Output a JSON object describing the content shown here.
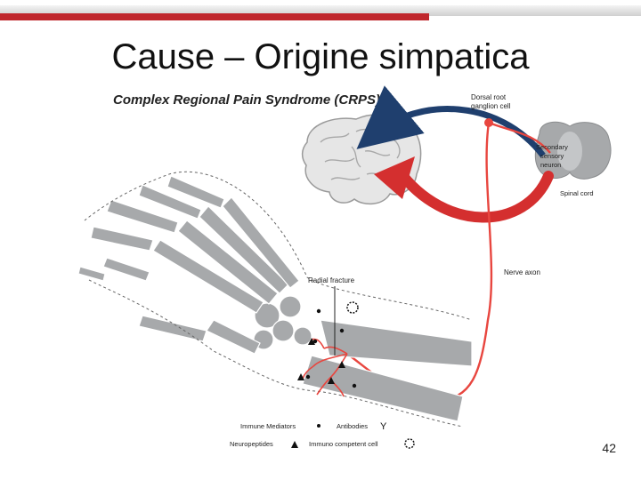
{
  "slide": {
    "title": "Cause – Origine simpatica",
    "page_number": "42"
  },
  "figure": {
    "heading": "Complex Regional Pain Syndrome (CRPS)",
    "labels": {
      "dorsal_root_line1": "Dorsal root",
      "dorsal_root_line2": "ganglion cell",
      "secondary_line1": "Secondary",
      "secondary_line2": "sensory",
      "secondary_line3": "neuron",
      "spinal_cord": "Spinal cord",
      "nerve_axon": "Nerve axon",
      "radial_fracture": "Radial fracture"
    },
    "legend": {
      "immune_mediators": "Immune Mediators",
      "antibodies": "Antibodies",
      "neuropeptides": "Neuropeptides",
      "immuno_competent_cell": "Immuno competent cell"
    }
  },
  "colors": {
    "accent_red": "#c0272d",
    "nerve_red": "#e8463f",
    "arrow_blue": "#1f3f6e",
    "bone_gray": "#a7a9ab",
    "brain_fill": "#e6e6e6"
  }
}
